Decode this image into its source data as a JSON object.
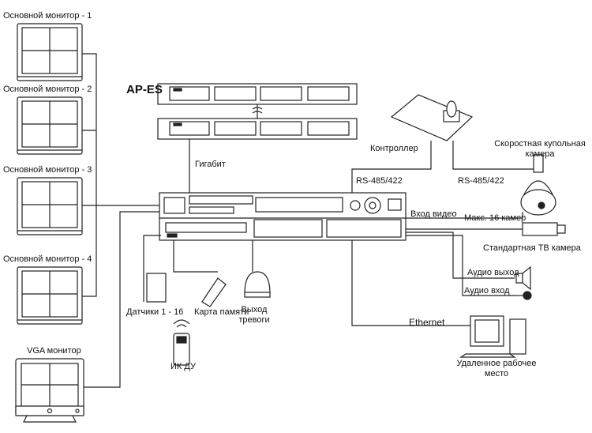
{
  "monitors": [
    {
      "label": "Основной монитор - 1"
    },
    {
      "label": "Основной монитор - 2"
    },
    {
      "label": "Основной монитор - 3"
    },
    {
      "label": "Основной монитор - 4"
    }
  ],
  "vga_monitor": {
    "label": "VGA монитор"
  },
  "ap_es": {
    "label": "AP-ES"
  },
  "links": {
    "gigabit": "Гигабит",
    "rs485_left": "RS-485/422",
    "rs485_right": "RS-485/422",
    "ethernet": "Ethernet",
    "video_in": "Вход видео",
    "max_cameras": "Макс. 16 камер"
  },
  "controller": {
    "label": "Контроллер"
  },
  "speed_dome": {
    "line1": "Скоростная купольная",
    "line2": "камера"
  },
  "tv_camera": {
    "label": "Стандартная ТВ камера"
  },
  "audio_out": {
    "label": "Аудио выход"
  },
  "audio_in": {
    "label": "Аудио вход"
  },
  "sensors": {
    "label": "Датчики 1 - 16"
  },
  "memory_card": {
    "label": "Карта памяти"
  },
  "alarm_out": {
    "line1": "Выход",
    "line2": "тревоги"
  },
  "ir_remote": {
    "label": "ИК ДУ"
  },
  "workstation": {
    "line1": "Удаленное рабочее",
    "line2": "место"
  },
  "colors": {
    "line": "#222222",
    "fill": "#ffffff",
    "gray": "#c8c8c8"
  }
}
